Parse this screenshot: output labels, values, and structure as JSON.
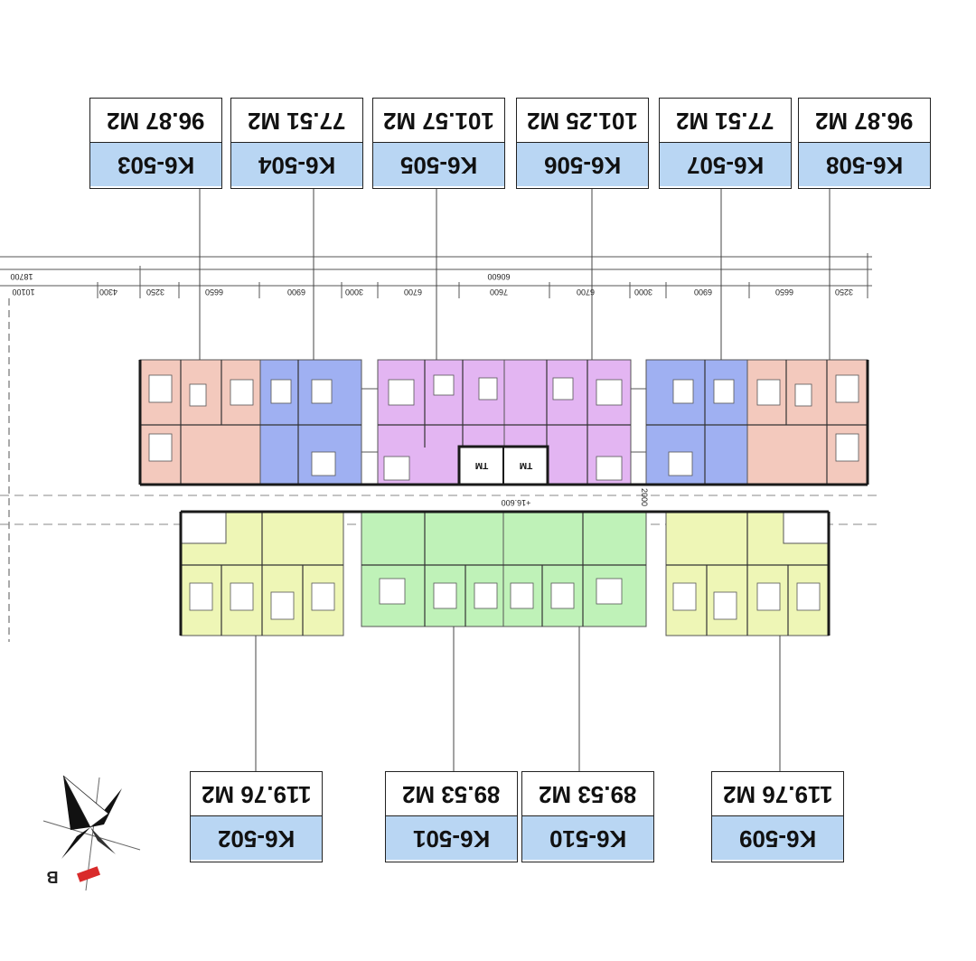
{
  "top_units": [
    {
      "code": "K6-503",
      "area": "96.87 M2"
    },
    {
      "code": "K6-504",
      "area": "77.51 M2"
    },
    {
      "code": "K6-505",
      "area": "101.57 M2"
    },
    {
      "code": "K6-506",
      "area": "101.25 M2"
    },
    {
      "code": "K6-507",
      "area": "77.51 M2"
    },
    {
      "code": "K6-508",
      "area": "96.87 M2"
    }
  ],
  "bottom_units": [
    {
      "code": "K6-502",
      "area": "119.76 M2"
    },
    {
      "code": "K6-501",
      "area": "89.53 M2"
    },
    {
      "code": "K6-510",
      "area": "89.53 M2"
    },
    {
      "code": "K6-509",
      "area": "119.76 M2"
    }
  ],
  "dimensions": {
    "total": "60600",
    "partial": "18700",
    "segments": [
      "10100",
      "4300",
      "3250",
      "6650",
      "6900",
      "3000",
      "6700",
      "7600",
      "6700",
      "3000",
      "6900",
      "6650",
      "3250"
    ],
    "elevation": "+16.600",
    "corridor": "2000"
  },
  "core_labels": [
    "TM",
    "TM"
  ],
  "compass": {
    "letter": "B"
  },
  "colors": {
    "salmon": "#f3c9bd",
    "blue": "#9fb0f2",
    "violet": "#e3b5f2",
    "yellow": "#eef6b6",
    "green": "#bff2b8",
    "label_fill": "#b9d6f3"
  }
}
